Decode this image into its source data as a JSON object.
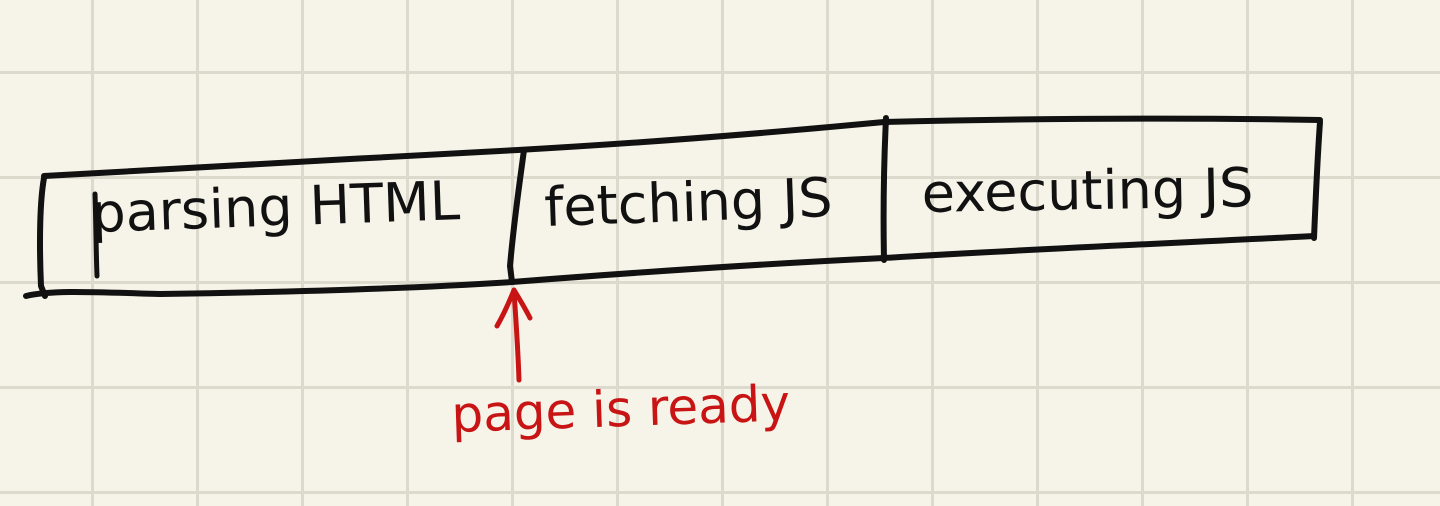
{
  "diagram": {
    "stages": [
      {
        "label": "parsing HTML"
      },
      {
        "label": "fetching JS"
      },
      {
        "label": "executing JS"
      }
    ],
    "marker": {
      "label": "page is ready"
    },
    "colors": {
      "ink": "#111111",
      "marker": "#c81414",
      "paper": "#f6f4e8",
      "grid": "#dcdacd"
    }
  }
}
